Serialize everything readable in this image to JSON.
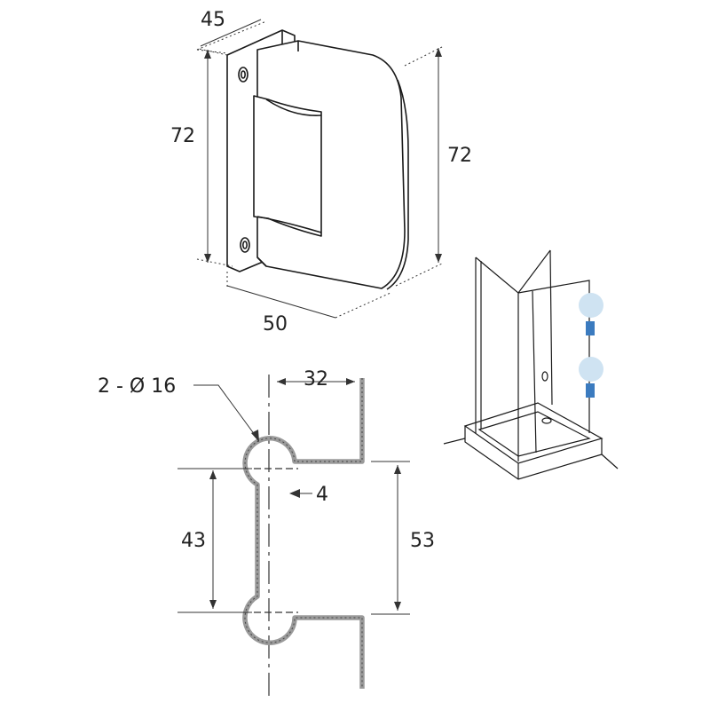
{
  "hinge": {
    "dims": {
      "depth": "45",
      "height_left": "72",
      "height_right": "72",
      "width": "50"
    }
  },
  "cutout": {
    "hole_label": "2 - Ø 16",
    "notch_depth": "32",
    "thickness": "4",
    "hole_spacing": "43",
    "overall": "53"
  },
  "colors": {
    "line": "#1a1a1a",
    "cutout_fill": "#9a9a9a",
    "hinge_marker_circle": "#cfe3f2",
    "hinge_marker_block": "#3b7bbf"
  }
}
